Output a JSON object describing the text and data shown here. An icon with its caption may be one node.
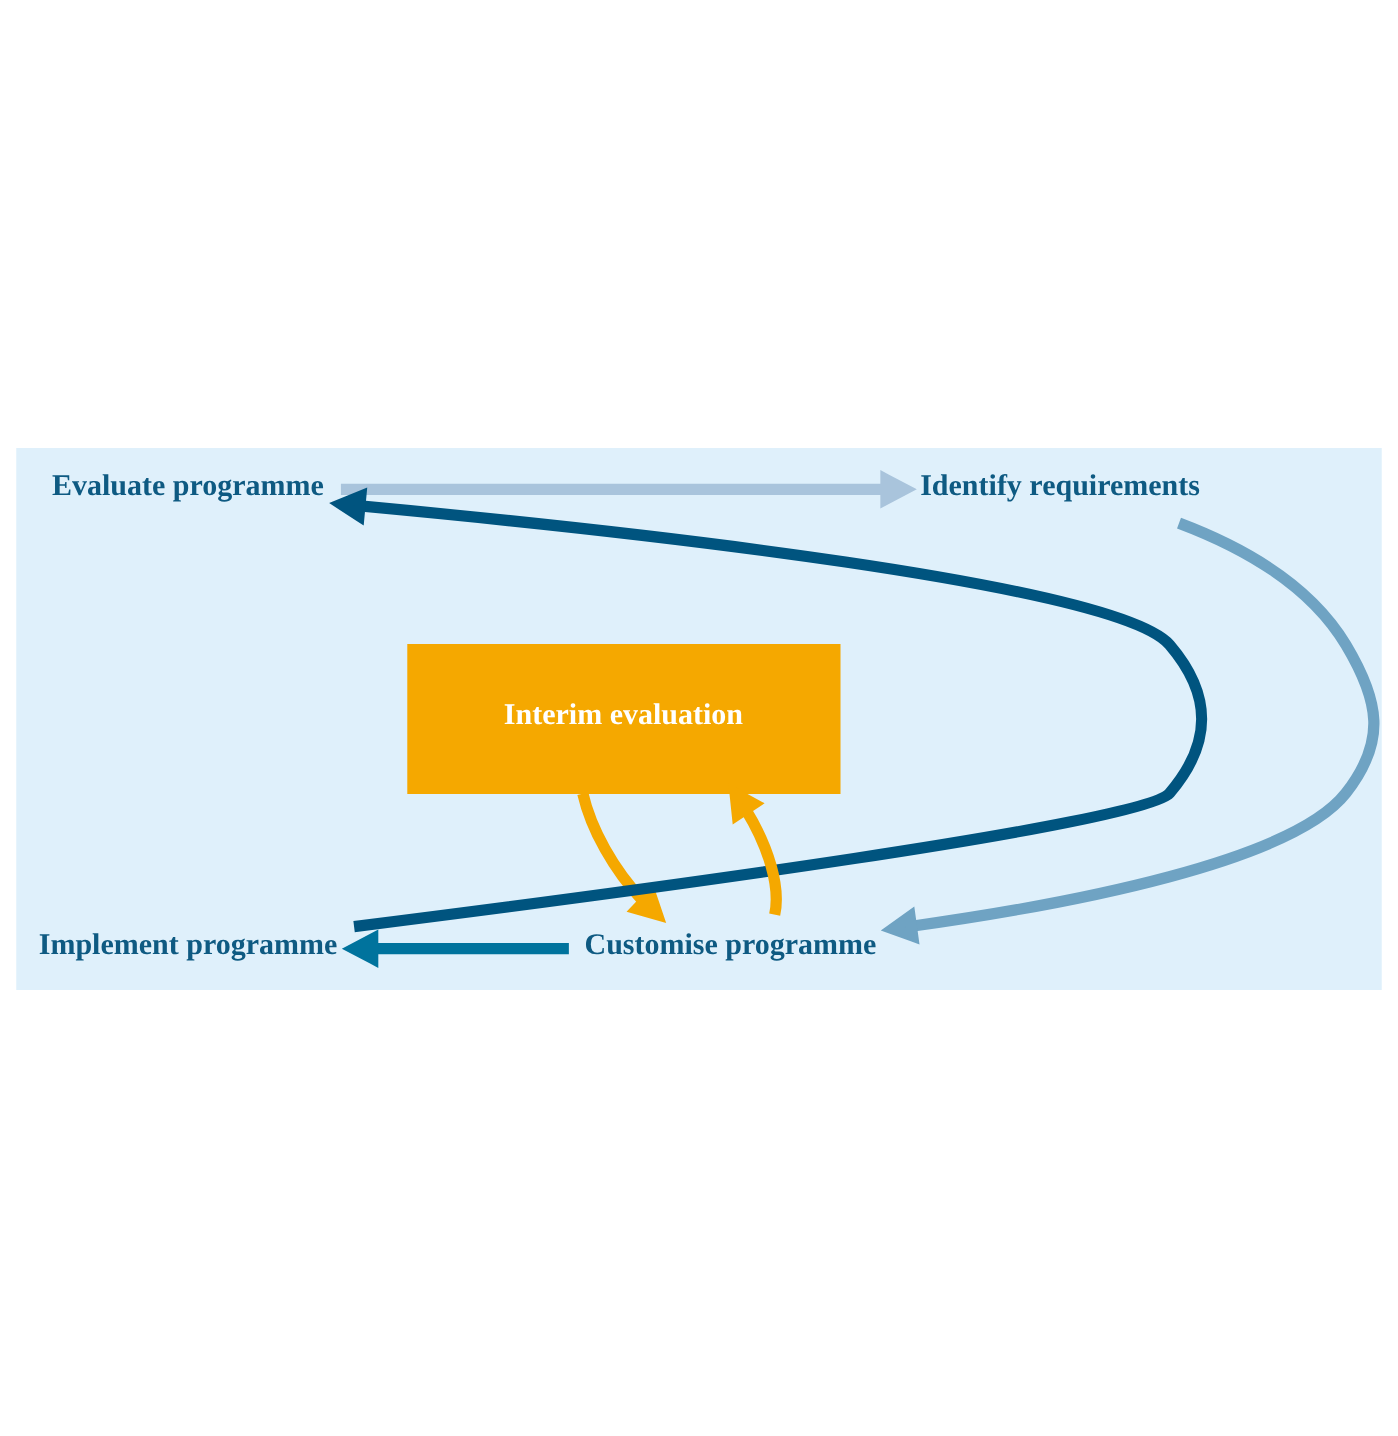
{
  "diagram": {
    "nodes": [
      {
        "text": [
          "Evaluate programme"
        ]
      },
      {
        "text": [
          "Identify requirements"
        ]
      },
      {
        "text": [
          "Interim evaluation"
        ]
      },
      {
        "text": [
          "Implement programme"
        ]
      },
      {
        "text": [
          "Customise programme"
        ]
      }
    ],
    "edges": [
      {
        "from": 0,
        "to": 1,
        "arrow": "to",
        "color": "#a9c4dc"
      },
      {
        "from": 1,
        "to": 4,
        "arrow": "to",
        "color": "#6fa3c3"
      },
      {
        "from": 4,
        "to": 3,
        "arrow": "to",
        "color": "#00739d"
      },
      {
        "from": 3,
        "to": 0,
        "arrow": "to",
        "color": "#00547f"
      },
      {
        "from": 2,
        "to": 4,
        "arrow": "to",
        "color": "#f5a800"
      },
      {
        "from": 4,
        "to": 2,
        "arrow": "to",
        "color": "#f5a800"
      }
    ]
  }
}
